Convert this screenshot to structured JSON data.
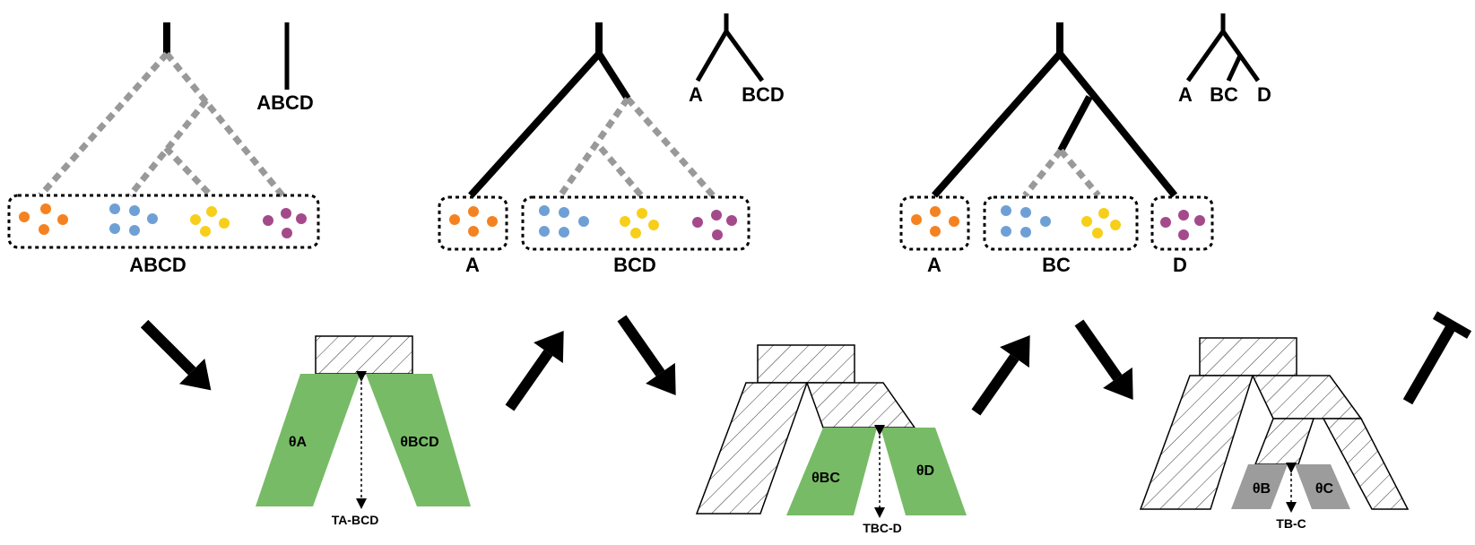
{
  "stages": [
    {
      "id": "1",
      "inset_tree_labels": [
        "ABCD"
      ],
      "group_labels": [
        "ABCD"
      ]
    },
    {
      "id": "2",
      "inset_tree_labels": [
        "A",
        "BCD"
      ],
      "group_labels": [
        "A",
        "BCD"
      ]
    },
    {
      "id": "3",
      "inset_tree_labels": [
        "A",
        "BC",
        "D"
      ],
      "group_labels": [
        "A",
        "BC",
        "D"
      ]
    }
  ],
  "models": [
    {
      "id": "1",
      "theta_labels": [
        "θA",
        "θBCD"
      ],
      "tau_label": "TA-BCD",
      "active_fill": "#77bb66"
    },
    {
      "id": "2",
      "theta_labels": [
        "θBC",
        "θD"
      ],
      "tau_label": "TBC-D",
      "active_fill": "#77bb66"
    },
    {
      "id": "3",
      "theta_labels": [
        "θB",
        "θC"
      ],
      "tau_label": "TB-C",
      "active_fill": "#9c9c9c"
    }
  ],
  "flow_arrows": [
    "down",
    "up",
    "down",
    "up",
    "down",
    "stop"
  ],
  "colors": {
    "orange": "#f58220",
    "blue": "#6fa0d5",
    "yellow": "#f7cf1a",
    "purple": "#a44a8a",
    "dashed_branch": "#999999",
    "hatch_stroke": "#333333",
    "green": "#77bb66",
    "grey": "#9c9c9c"
  }
}
